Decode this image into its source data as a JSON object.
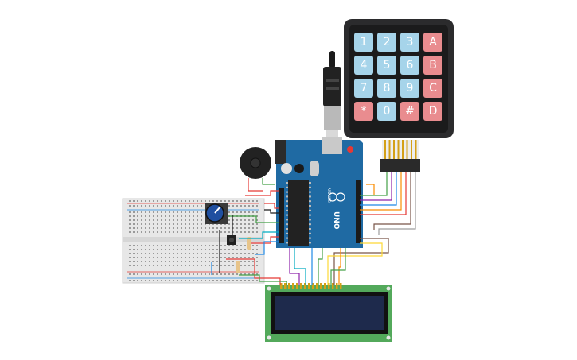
{
  "keypad": {
    "keys": [
      [
        "1",
        "2",
        "3",
        "A"
      ],
      [
        "4",
        "5",
        "6",
        "B"
      ],
      [
        "7",
        "8",
        "9",
        "C"
      ],
      [
        "*",
        "0",
        "#",
        "D"
      ]
    ],
    "colors": {
      "body": "#2b2b2d",
      "digit": "#a6d4ea",
      "letter": "#e98c8f"
    }
  },
  "arduino": {
    "board_label": "UNO",
    "brand_label": "ARDUINO",
    "colors": {
      "board": "#1f6aa3",
      "chip": "#222222"
    }
  },
  "lcd": {
    "colors": {
      "pcb": "#53a95b",
      "screen": "#1e2a4c"
    }
  },
  "components": [
    "usb-cable",
    "piezo-buzzer",
    "breadboard",
    "potentiometer",
    "pushbutton",
    "resistor",
    "lcd-16x2",
    "keypad-4x4",
    "arduino-uno"
  ],
  "wire_colors": [
    "#e53935",
    "#43a047",
    "#1e88e5",
    "#fb8c00",
    "#8e24aa",
    "#795548",
    "#9e9e9e",
    "#00acc1",
    "#fdd835"
  ]
}
